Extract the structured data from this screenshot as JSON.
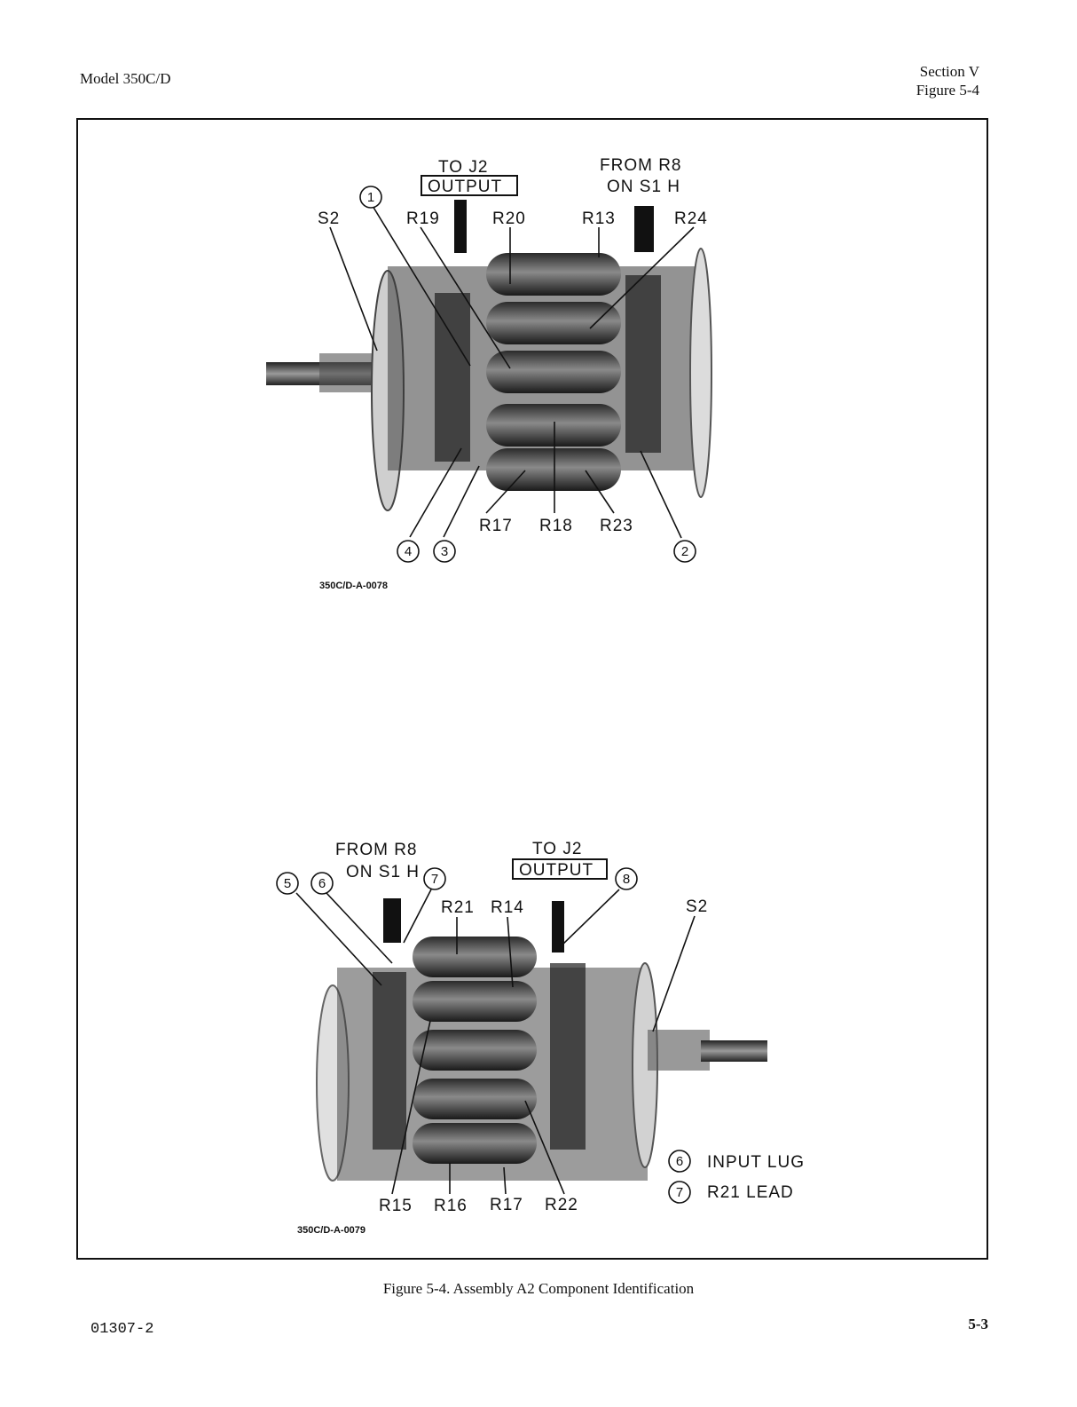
{
  "header": {
    "left": "Model 350C/D",
    "right_line1": "Section V",
    "right_line2": "Figure 5-4"
  },
  "top_figure": {
    "id_label": "350C/D-A-0078",
    "to_j2": "TO J2",
    "output": "OUTPUT",
    "from_r8": "FROM R8",
    "on_s1h": "ON S1 H",
    "labels": {
      "s2": "S2",
      "r19": "R19",
      "r20": "R20",
      "r13": "R13",
      "r24": "R24",
      "r17": "R17",
      "r18": "R18",
      "r23": "R23"
    },
    "callouts": {
      "c1": "1",
      "c2": "2",
      "c3": "3",
      "c4": "4"
    }
  },
  "bottom_figure": {
    "id_label": "350C/D-A-0079",
    "from_r8": "FROM R8",
    "on_s1h": "ON S1 H",
    "to_j2": "TO J2",
    "output": "OUTPUT",
    "labels": {
      "r21": "R21",
      "r14": "R14",
      "s2": "S2",
      "r15": "R15",
      "r16": "R16",
      "r17": "R17",
      "r22": "R22"
    },
    "callouts": {
      "c5": "5",
      "c6": "6",
      "c7": "7",
      "c8": "8"
    },
    "legend": [
      {
        "num": "6",
        "text": "INPUT LUG"
      },
      {
        "num": "7",
        "text": "R21 LEAD"
      }
    ]
  },
  "caption": "Figure 5-4.  Assembly A2 Component Identification",
  "footer": {
    "left": "01307-2",
    "right": "5-3"
  }
}
